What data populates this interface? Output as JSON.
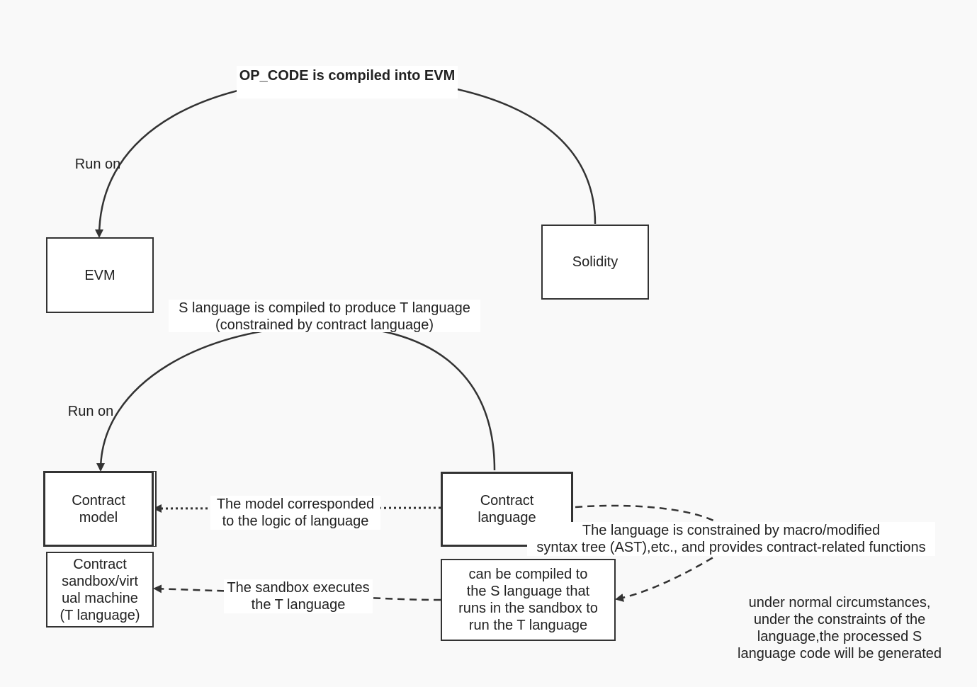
{
  "nodes": {
    "evm": "EVM",
    "solidity": "Solidity",
    "contract_model": "Contract\nmodel",
    "contract_language": "Contract\nlanguage",
    "contract_sandbox": "Contract\nsandbox/virt\nual machine\n(T language)",
    "compiled_s": "can be compiled to\nthe S language that\nruns in the sandbox to\nrun the T language"
  },
  "edge_labels": {
    "opcode": "OP_CODE is compiled into EVM",
    "run_on_top": "Run on",
    "s_to_t": "S language is compiled to produce T language\n(constrained by contract language)",
    "run_on_bottom": "Run on",
    "model_logic": "The model corresponded\nto the logic of language",
    "constraint": "The language is constrained by macro/modified\nsyntax tree (AST),etc., and provides contract-related functions",
    "sandbox_exec": "The sandbox executes\nthe T language"
  },
  "note": "under normal circumstances,\nunder the constraints of the\nlanguage,the processed S\nlanguage code will be generated"
}
